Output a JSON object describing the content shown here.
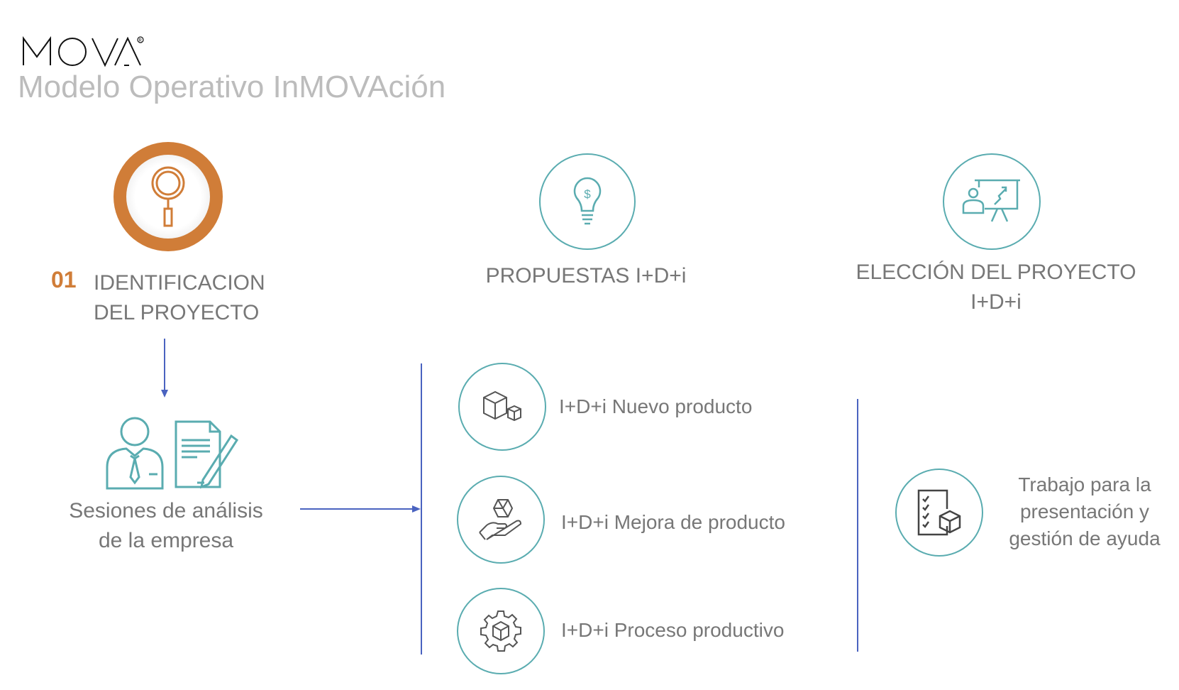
{
  "logo": {
    "text": "MOVA",
    "mark": "®"
  },
  "title": "Modelo Operativo InMOVAción",
  "step1": {
    "number": "01",
    "line1": "IDENTIFICACION",
    "line2": "DEL PROYECTO",
    "icon": "magnifier-icon",
    "color": "#d07d38"
  },
  "sessions": {
    "line1": "Sesiones de análisis",
    "line2": "de la empresa"
  },
  "step2": {
    "label": "PROPUESTAS I+D+i",
    "icon": "lightbulb-dollar-icon"
  },
  "step3": {
    "line1": "ELECCIÓN DEL PROYECTO",
    "line2": "I+D+i",
    "icon": "presentation-icon"
  },
  "proposals": [
    {
      "label": "I+D+i  Nuevo producto",
      "icon": "boxes-icon"
    },
    {
      "label": "I+D+i  Mejora de producto",
      "icon": "hand-box-icon"
    },
    {
      "label": "I+D+i  Proceso productivo",
      "icon": "gear-box-icon"
    }
  ],
  "result": {
    "line1": "Trabajo para la",
    "line2": "presentación y",
    "line3": "gestión de ayuda",
    "icon": "checklist-box-icon"
  },
  "colors": {
    "teal": "#5aacb0",
    "orange": "#d07d38",
    "line": "#4a63c0"
  }
}
